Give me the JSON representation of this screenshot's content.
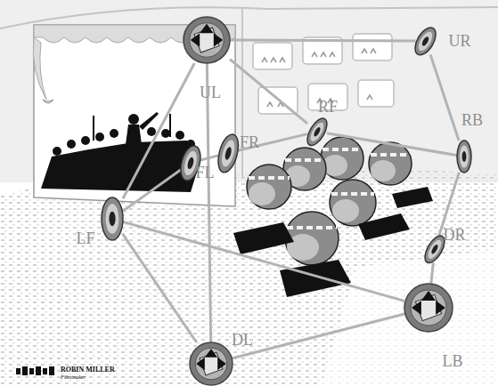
{
  "diagram": {
    "nodes": [
      {
        "text": [
          "UL"
        ]
      },
      {
        "text": [
          "UR"
        ]
      },
      {
        "text": [
          "RF"
        ]
      },
      {
        "text": [
          "RB"
        ]
      },
      {
        "text": [
          "FR"
        ]
      },
      {
        "text": [
          "FL"
        ]
      },
      {
        "text": [
          "LF"
        ]
      },
      {
        "text": [
          "DR"
        ]
      },
      {
        "text": [
          "LB"
        ]
      },
      {
        "text": [
          "DL"
        ]
      }
    ],
    "edges": [
      {
        "from": 0,
        "to": 1,
        "arrow": "none"
      },
      {
        "from": 0,
        "to": 2,
        "arrow": "none"
      },
      {
        "from": 0,
        "to": 6,
        "arrow": "none"
      },
      {
        "from": 0,
        "to": 9,
        "arrow": "none"
      },
      {
        "from": 1,
        "to": 3,
        "arrow": "none"
      },
      {
        "from": 2,
        "to": 3,
        "arrow": "none"
      },
      {
        "from": 6,
        "to": 5,
        "arrow": "none"
      },
      {
        "from": 5,
        "to": 4,
        "arrow": "none"
      },
      {
        "from": 4,
        "to": 2,
        "arrow": "none"
      },
      {
        "from": 6,
        "to": 8,
        "arrow": "none"
      },
      {
        "from": 6,
        "to": 9,
        "arrow": "none"
      },
      {
        "from": 9,
        "to": 8,
        "arrow": "none"
      },
      {
        "from": 8,
        "to": 7,
        "arrow": "none"
      },
      {
        "from": 7,
        "to": 3,
        "arrow": "none"
      }
    ],
    "labels": [
      "ROBIN MILLER",
      "Filmmaker"
    ]
  }
}
